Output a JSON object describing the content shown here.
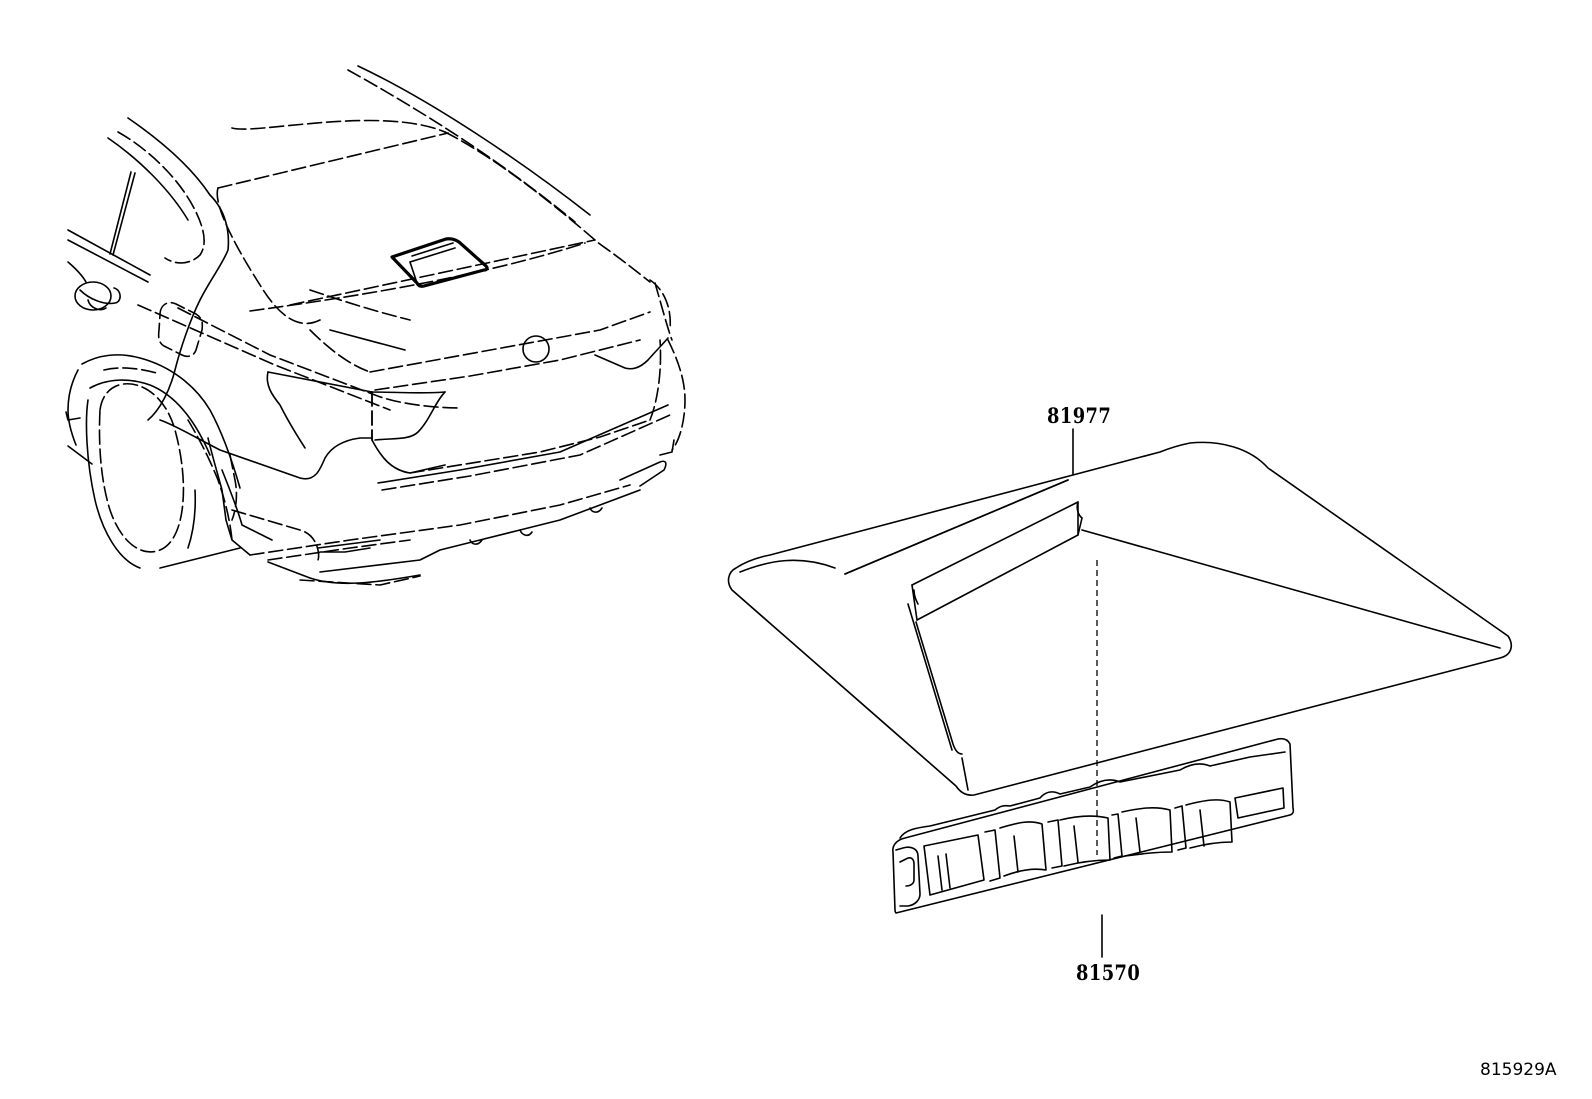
{
  "diagram": {
    "type": "exploded-parts-diagram",
    "subject": "High mount stop lamp assembly (rear view of sedan)",
    "diagram_id": "815929A",
    "colors": {
      "background": "#ffffff",
      "line": "#000000"
    },
    "parts": [
      {
        "number": "81977",
        "description": "High mount stop lamp cover",
        "callout_position": "above cover"
      },
      {
        "number": "81570",
        "description": "High mount stop lamp assembly (LED bar)",
        "callout_position": "below lamp bar"
      }
    ],
    "views": [
      {
        "name": "vehicle-overview",
        "description": "Rear three-quarter view of sedan with lamp location highlighted on rear parcel shelf"
      },
      {
        "name": "exploded-detail",
        "description": "Lamp cover above lamp bar connected by dashed assembly center line"
      }
    ]
  }
}
